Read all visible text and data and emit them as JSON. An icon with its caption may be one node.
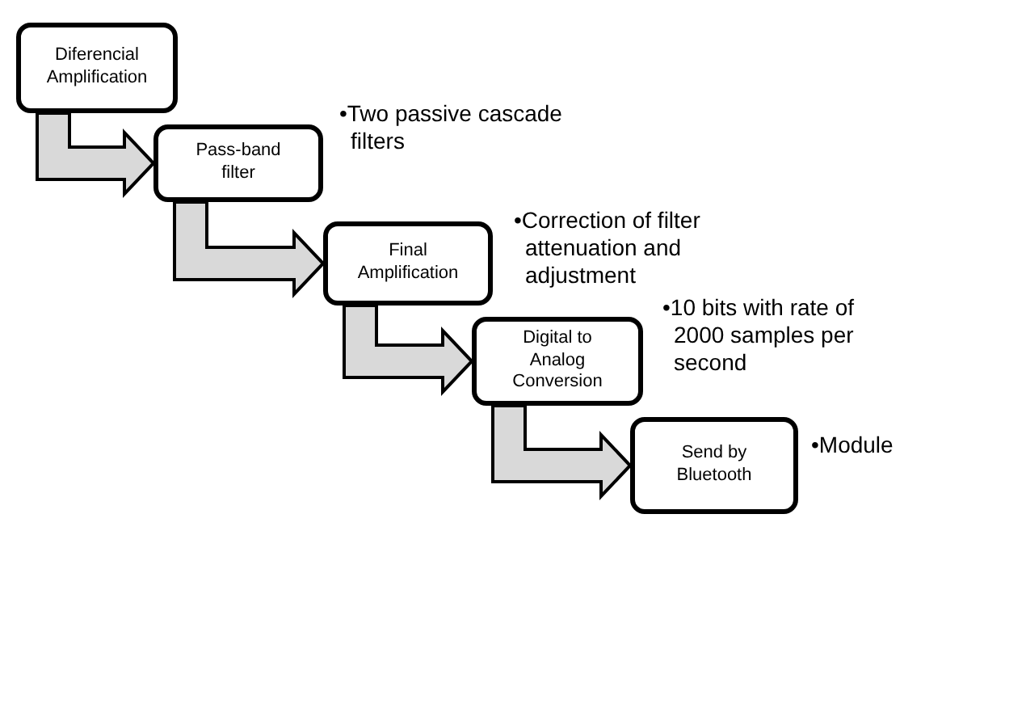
{
  "diagram": {
    "nodes": [
      {
        "text": [
          "Diferencial Amplification"
        ]
      },
      {
        "text": [
          "Pass-band filter"
        ],
        "beside": [
          "•Two passive cascade filters"
        ]
      },
      {
        "text": [
          "Final Amplification"
        ],
        "beside": [
          "•Correction of filter attenuation and adjustment"
        ]
      },
      {
        "text": [
          "Digital to Analog Conversion"
        ],
        "beside": [
          "•10 bits with rate of 2000 samples per second"
        ]
      },
      {
        "text": [
          "Send by Bluetooth"
        ],
        "beside": [
          "•Module"
        ]
      }
    ],
    "edges": [
      {
        "from": 0,
        "to": 1,
        "arrow": "to"
      },
      {
        "from": 1,
        "to": 2,
        "arrow": "to"
      },
      {
        "from": 2,
        "to": 3,
        "arrow": "to"
      },
      {
        "from": 3,
        "to": 4,
        "arrow": "to"
      }
    ]
  }
}
